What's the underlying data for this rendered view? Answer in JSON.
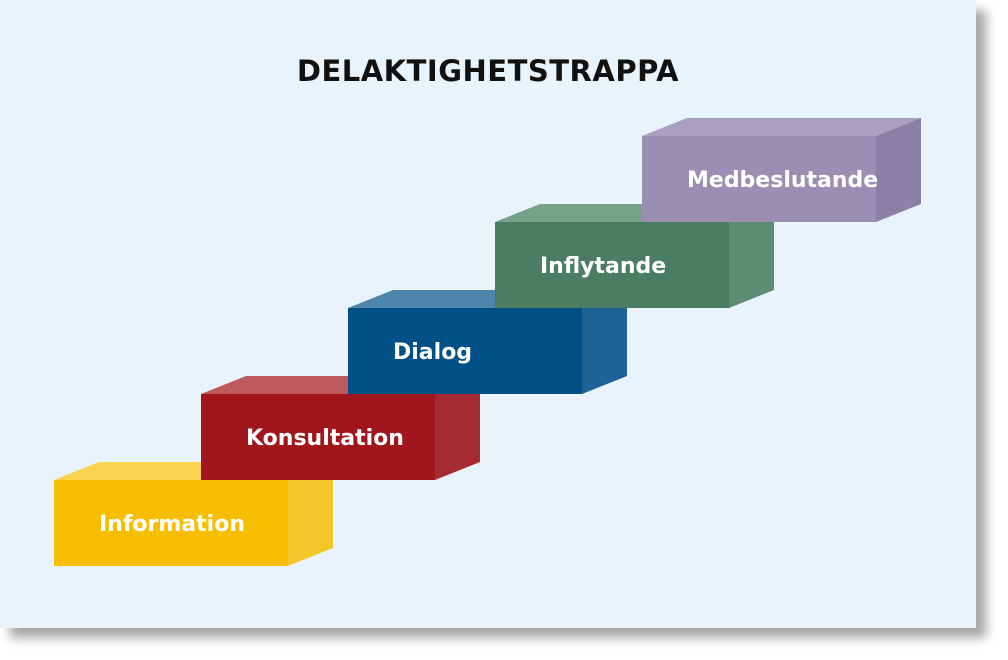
{
  "diagram": {
    "title": "DELAKTIGHETSTRAPPA",
    "steps": [
      {
        "label": "Information",
        "front": "#f7bd00",
        "top": "#fcd34e",
        "side": "#f3c72a"
      },
      {
        "label": "Konsultation",
        "front": "#a0161c",
        "top": "#bd5a5d",
        "side": "#a52b31"
      },
      {
        "label": "Dialog",
        "front": "#004f86",
        "top": "#4d85ad",
        "side": "#1d6396"
      },
      {
        "label": "Inflytande",
        "front": "#4b7d65",
        "top": "#78a18c",
        "side": "#5d8c75"
      },
      {
        "label": "Medbeslutande",
        "front": "#9a8fb3",
        "top": "#a99fc0",
        "side": "#8b80a5"
      }
    ]
  }
}
